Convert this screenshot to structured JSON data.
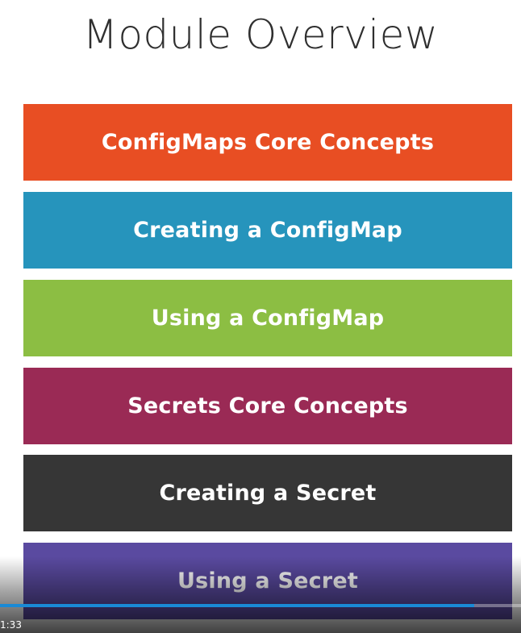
{
  "slide": {
    "title": "Module Overview",
    "modules": [
      {
        "label": "ConfigMaps Core Concepts",
        "color": "#e84e23"
      },
      {
        "label": "Creating a ConfigMap",
        "color": "#2694bc"
      },
      {
        "label": "Using a ConfigMap",
        "color": "#8cbe43"
      },
      {
        "label": "Secrets Core Concepts",
        "color": "#9a2a55"
      },
      {
        "label": "Creating a Secret",
        "color": "#363636"
      },
      {
        "label": "Using a Secret",
        "color": "#5a4aa0"
      }
    ]
  },
  "player": {
    "time": "1:33",
    "progress": 0.91,
    "accent": "#1a8ad6"
  }
}
